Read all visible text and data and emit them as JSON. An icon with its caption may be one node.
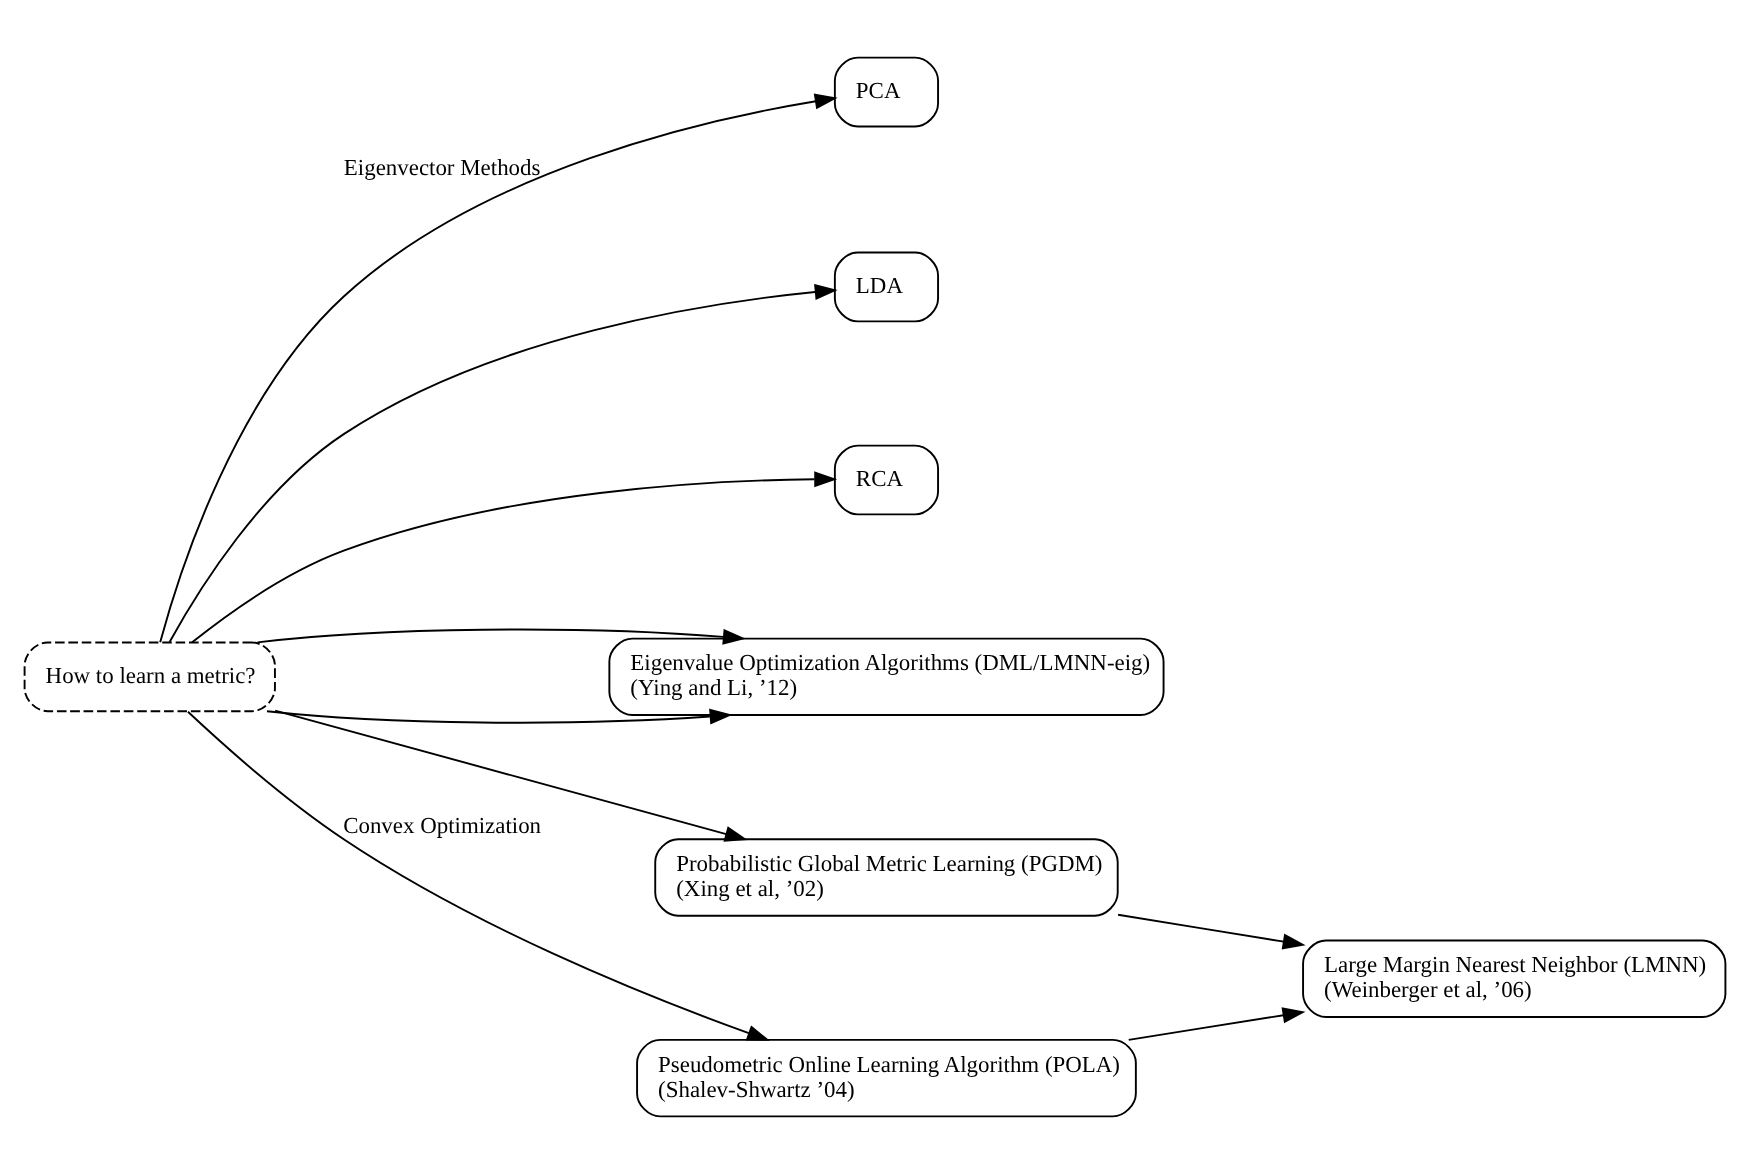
{
  "diagram": {
    "nodes": [
      {
        "text": [
          "How to learn a metric?"
        ]
      },
      {
        "text": [
          "PCA"
        ]
      },
      {
        "text": [
          "LDA"
        ]
      },
      {
        "text": [
          "RCA"
        ]
      },
      {
        "text": [
          "Eigenvalue Optimization Algorithms (DML/LMNN-eig)",
          "(Ying and Li, ’12)"
        ]
      },
      {
        "text": [
          "Probabilistic Global Metric Learning (PGDM)",
          "(Xing et al, ’02)"
        ]
      },
      {
        "text": [
          "Pseudometric Online Learning Algorithm (POLA)",
          "(Shalev-Shwartz ’04)"
        ]
      },
      {
        "text": [
          "Large Margin Nearest Neighbor (LMNN)",
          "(Weinberger et al, ’06)"
        ]
      }
    ],
    "edges": [
      {
        "from": 0,
        "to": 1,
        "arrow": "to",
        "label": "Eigenvector Methods"
      },
      {
        "from": 0,
        "to": 2,
        "arrow": "to"
      },
      {
        "from": 0,
        "to": 3,
        "arrow": "to"
      },
      {
        "from": 0,
        "to": 4,
        "arrow": "to"
      },
      {
        "from": 0,
        "to": 4,
        "arrow": "to"
      },
      {
        "from": 0,
        "to": 5,
        "arrow": "to"
      },
      {
        "from": 0,
        "to": 6,
        "arrow": "to",
        "label": "Convex Optimization"
      },
      {
        "from": 5,
        "to": 7,
        "arrow": "to"
      },
      {
        "from": 6,
        "to": 7,
        "arrow": "to"
      }
    ]
  }
}
